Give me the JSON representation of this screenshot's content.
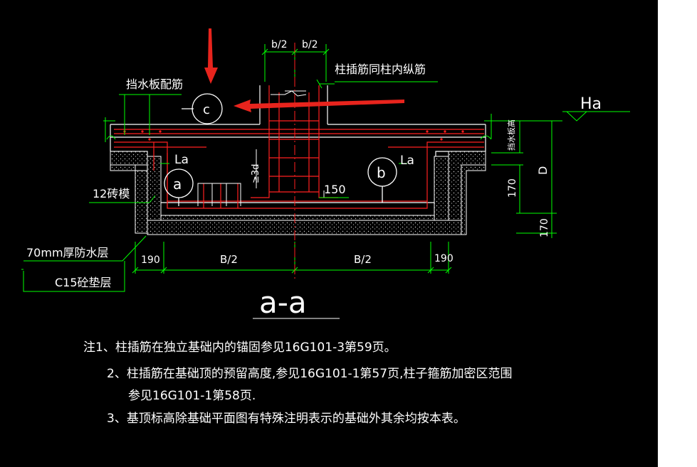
{
  "labels": {
    "dangshui_peijin": "挡水板配筋",
    "zhu_chajin": "柱插筋同柱内纵筋",
    "b_half_left": "b/2",
    "b_half_right": "b/2",
    "callout_c": "c",
    "callout_a": "a",
    "callout_b": "b",
    "la_left": "La",
    "la_right": "La",
    "le3d": "≥3d",
    "dim_150": "150",
    "brick": "12砖模",
    "waterproof": "70mm厚防水层",
    "cushion": "C15砼垫层",
    "dim_190_left": "190",
    "dim_190_right": "190",
    "B_half_left": "B/2",
    "B_half_right": "B/2",
    "section_title": "a-a",
    "ha": "Ha",
    "d_label": "D",
    "dim_170_upper": "170",
    "dim_170_lower": "170",
    "dangshuiban_height": "挡水板高"
  },
  "notes": [
    "注1、柱插筋在独立基础内的锚固参见16G101-3第59页。",
    "2、柱插筋在基础顶的预留高度,参见16G101-1第57页,柱子箍筋加密区范围",
    "参见16G101-1第58页.",
    "3、基顶标高除基础平面图有特殊注明表示的基础外其余均按本表。"
  ],
  "colors": {
    "background": "#000000",
    "green": "#00ff00",
    "red": "#ff0000",
    "white": "#ffffff",
    "arrow": "#e8241d"
  }
}
